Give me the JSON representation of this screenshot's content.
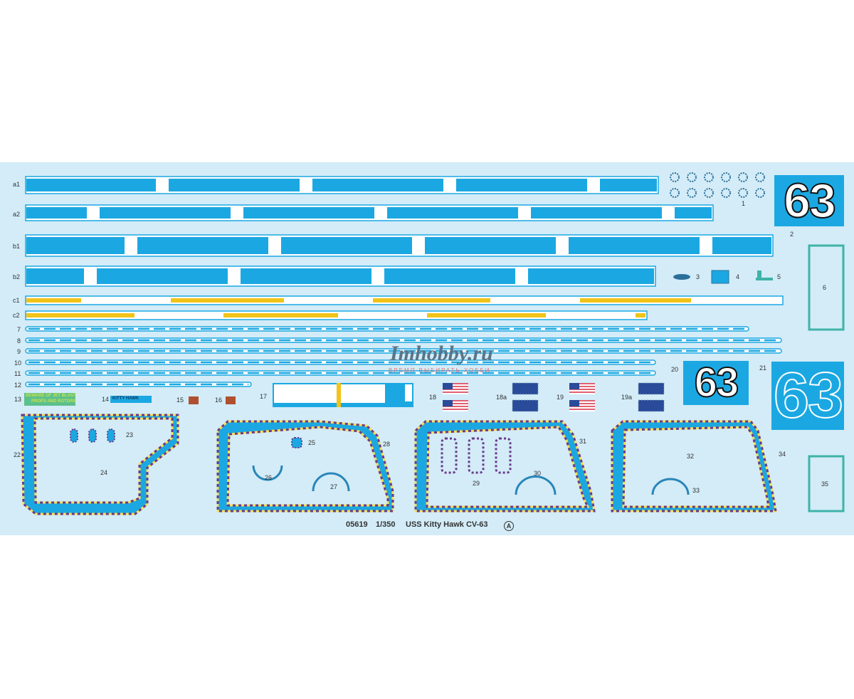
{
  "row_labels": {
    "a1": "a1",
    "a2": "a2",
    "b1": "b1",
    "b2": "b2",
    "c1": "c1",
    "c2": "c2",
    "l7": "7",
    "l8": "8",
    "l9": "9",
    "l10": "10",
    "l11": "11",
    "l12": "12",
    "l13": "13"
  },
  "part_labels": {
    "p1": "1",
    "p2": "2",
    "p3": "3",
    "p4": "4",
    "p5": "5",
    "p6": "6",
    "p14": "14",
    "p15": "15",
    "p16": "16",
    "p17": "17",
    "p18": "18",
    "p18a": "18a",
    "p19": "19",
    "p19a": "19a",
    "p20": "20",
    "p21": "21",
    "p22": "22",
    "p23": "23",
    "p24": "24",
    "p25": "25",
    "p26": "26",
    "p27": "27",
    "p28": "28",
    "p29": "29",
    "p30": "30",
    "p31": "31",
    "p32": "32",
    "p33": "33",
    "p34": "34",
    "p35": "35"
  },
  "decals": {
    "hull_number": "63",
    "jet_blast_line1": "BEWARE OF JET BLAST",
    "jet_blast_line2": "PROPS AND ROTORS",
    "ship_name": "KITTY HAWK"
  },
  "caption": {
    "kit_number": "05619",
    "scale": "1/350",
    "title": "USS Kitty Hawk CV-63",
    "sheet": "A"
  },
  "watermark": {
    "site": "Imhobby.ru",
    "slogan": "ВРЕМЯ ВЫБИРАТЬ ХОББИ"
  },
  "colors": {
    "sheet": "#d3ecf8",
    "stripe": "#1ba8e2",
    "yellow": "#f2c318",
    "teal": "#3fb3a8"
  }
}
